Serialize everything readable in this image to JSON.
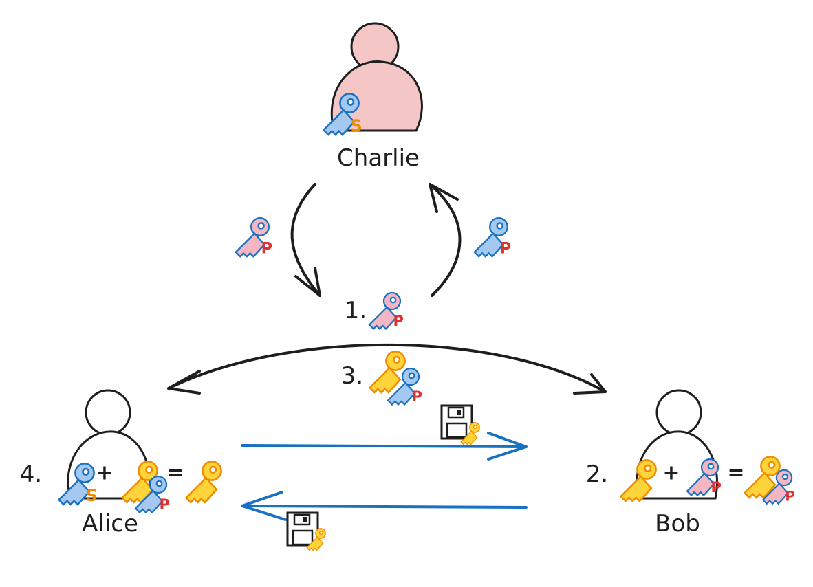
{
  "participants": {
    "charlie": {
      "name": "Charlie",
      "fill": "#f4c6c6"
    },
    "alice": {
      "name": "Alice",
      "fill": "#ffffff"
    },
    "bob": {
      "name": "Bob",
      "fill": "#ffffff"
    }
  },
  "steps": {
    "step1": "1.",
    "step2": "2.",
    "step3": "3.",
    "step4": "4."
  },
  "operators": {
    "plus": "+",
    "equals": "="
  },
  "key_marks": {
    "private": "S",
    "public": "P"
  },
  "colors": {
    "ink": "#1e1e1e",
    "blue_key": "#a5c8f0",
    "blue_key_stroke": "#1971c2",
    "pink_key": "#f4b6c2",
    "gold_key": "#ffd43b",
    "gold_key_stroke": "#f08c00",
    "mark_private": "#f08c00",
    "mark_public": "#e03131",
    "blue_arrow": "#1971c2"
  }
}
